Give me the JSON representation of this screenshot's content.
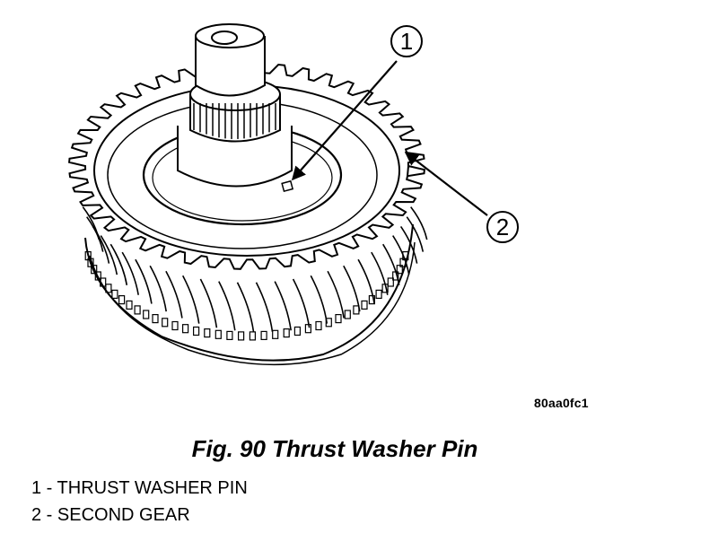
{
  "figure": {
    "image_code": "80aa0fc1",
    "title": "Fig. 90 Thrust Washer Pin",
    "callouts": [
      {
        "number": "1",
        "part": "THRUST WASHER PIN"
      },
      {
        "number": "2",
        "part": "SECOND GEAR"
      }
    ],
    "legend": [
      "1 - THRUST WASHER PIN",
      "2 - SECOND GEAR"
    ]
  },
  "colors": {
    "line": "#000000",
    "background": "#ffffff"
  }
}
